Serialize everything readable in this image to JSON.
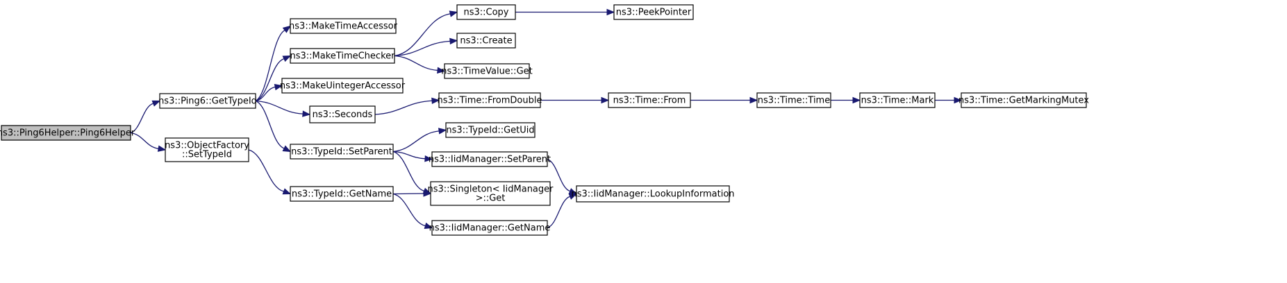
{
  "colors": {
    "node_fill": "#ffffff",
    "root_fill": "#bfbfbf",
    "node_border": "#000000",
    "edge": "#191970"
  },
  "nodes": [
    {
      "id": "root",
      "lines": [
        "ns3::Ping6Helper::Ping6Helper"
      ],
      "root": true
    },
    {
      "id": "gettypeid",
      "lines": [
        "ns3::Ping6::GetTypeId"
      ]
    },
    {
      "id": "objfactory",
      "lines": [
        "ns3::ObjectFactory",
        "::SetTypeId"
      ]
    },
    {
      "id": "maketimeaccessor",
      "lines": [
        "ns3::MakeTimeAccessor"
      ]
    },
    {
      "id": "maketimechecker",
      "lines": [
        "ns3::MakeTimeChecker"
      ]
    },
    {
      "id": "makeuintaccessor",
      "lines": [
        "ns3::MakeUintegerAccessor"
      ]
    },
    {
      "id": "seconds",
      "lines": [
        "ns3::Seconds"
      ]
    },
    {
      "id": "setparent",
      "lines": [
        "ns3::TypeId::SetParent"
      ]
    },
    {
      "id": "getname",
      "lines": [
        "ns3::TypeId::GetName"
      ]
    },
    {
      "id": "copy",
      "lines": [
        "ns3::Copy"
      ]
    },
    {
      "id": "create",
      "lines": [
        "ns3::Create"
      ]
    },
    {
      "id": "timevalueget",
      "lines": [
        "ns3::TimeValue::Get"
      ]
    },
    {
      "id": "fromdouble",
      "lines": [
        "ns3::Time::FromDouble"
      ]
    },
    {
      "id": "getuid",
      "lines": [
        "ns3::TypeId::GetUid"
      ]
    },
    {
      "id": "iidsetparent",
      "lines": [
        "ns3::IidManager::SetParent"
      ]
    },
    {
      "id": "singleton",
      "lines": [
        "ns3::Singleton< IidManager",
        " >::Get"
      ]
    },
    {
      "id": "iidgetname",
      "lines": [
        "ns3::IidManager::GetName"
      ]
    },
    {
      "id": "peekpointer",
      "lines": [
        "ns3::PeekPointer"
      ]
    },
    {
      "id": "timefrom",
      "lines": [
        "ns3::Time::From"
      ]
    },
    {
      "id": "lookup",
      "lines": [
        "ns3::IidManager::LookupInformation"
      ]
    },
    {
      "id": "timetime",
      "lines": [
        "ns3::Time::Time"
      ]
    },
    {
      "id": "timemark",
      "lines": [
        "ns3::Time::Mark"
      ]
    },
    {
      "id": "markingmutex",
      "lines": [
        "ns3::Time::GetMarkingMutex"
      ]
    }
  ],
  "edges": [
    {
      "from": "root",
      "to": "gettypeid"
    },
    {
      "from": "root",
      "to": "objfactory"
    },
    {
      "from": "gettypeid",
      "to": "maketimeaccessor"
    },
    {
      "from": "gettypeid",
      "to": "maketimechecker"
    },
    {
      "from": "gettypeid",
      "to": "makeuintaccessor"
    },
    {
      "from": "gettypeid",
      "to": "seconds"
    },
    {
      "from": "gettypeid",
      "to": "setparent"
    },
    {
      "from": "objfactory",
      "to": "getname"
    },
    {
      "from": "maketimechecker",
      "to": "copy"
    },
    {
      "from": "maketimechecker",
      "to": "create"
    },
    {
      "from": "maketimechecker",
      "to": "timevalueget"
    },
    {
      "from": "copy",
      "to": "peekpointer"
    },
    {
      "from": "seconds",
      "to": "fromdouble"
    },
    {
      "from": "fromdouble",
      "to": "timefrom"
    },
    {
      "from": "timefrom",
      "to": "timetime"
    },
    {
      "from": "timetime",
      "to": "timemark"
    },
    {
      "from": "timemark",
      "to": "markingmutex"
    },
    {
      "from": "setparent",
      "to": "getuid"
    },
    {
      "from": "setparent",
      "to": "iidsetparent"
    },
    {
      "from": "setparent",
      "to": "singleton"
    },
    {
      "from": "iidsetparent",
      "to": "lookup"
    },
    {
      "from": "getname",
      "to": "singleton"
    },
    {
      "from": "getname",
      "to": "iidgetname"
    },
    {
      "from": "iidgetname",
      "to": "lookup"
    }
  ]
}
